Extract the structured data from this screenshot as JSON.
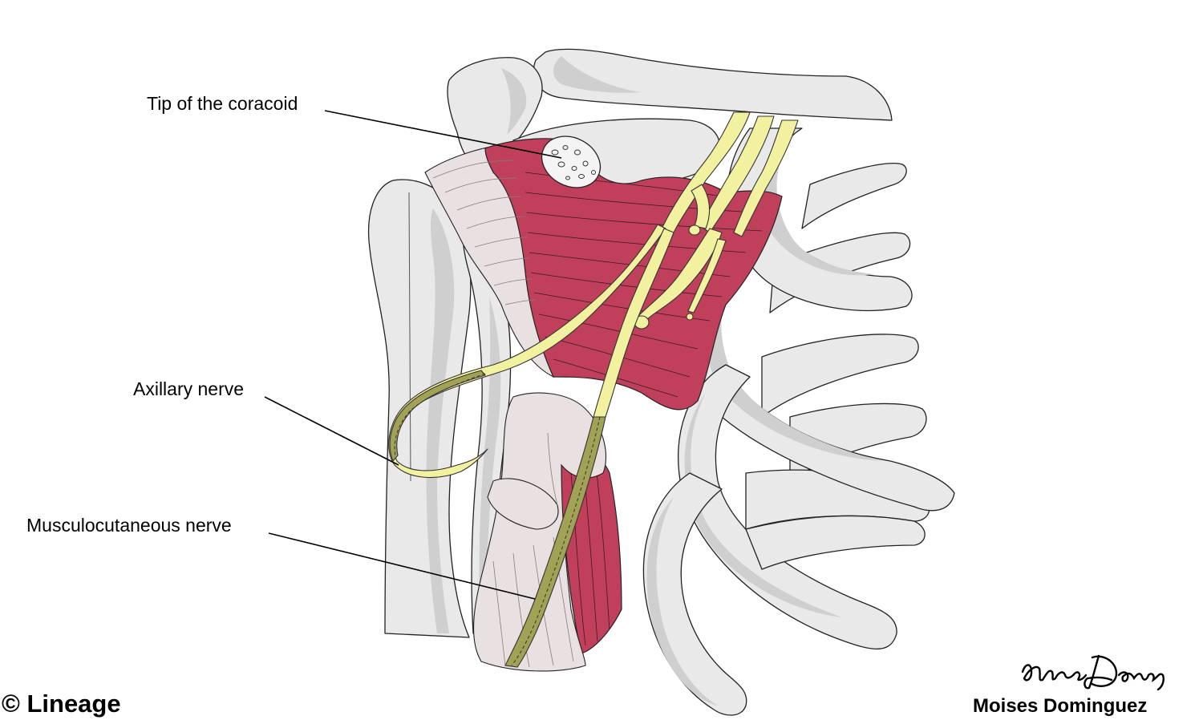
{
  "labels": {
    "coracoid": "Tip of the coracoid",
    "axillary": "Axillary nerve",
    "musculocutaneous": "Musculocutaneous nerve"
  },
  "footer": {
    "copyright": "© Lineage",
    "author": "Moises Dominguez",
    "signature": "Moises Dominguez"
  },
  "colors": {
    "bone": "#e9e9e9",
    "muscle": "#c0405c",
    "nerve": "#f1f1a0",
    "deep_nerve": "#a2a256",
    "tendon": "#e8e0e1"
  }
}
